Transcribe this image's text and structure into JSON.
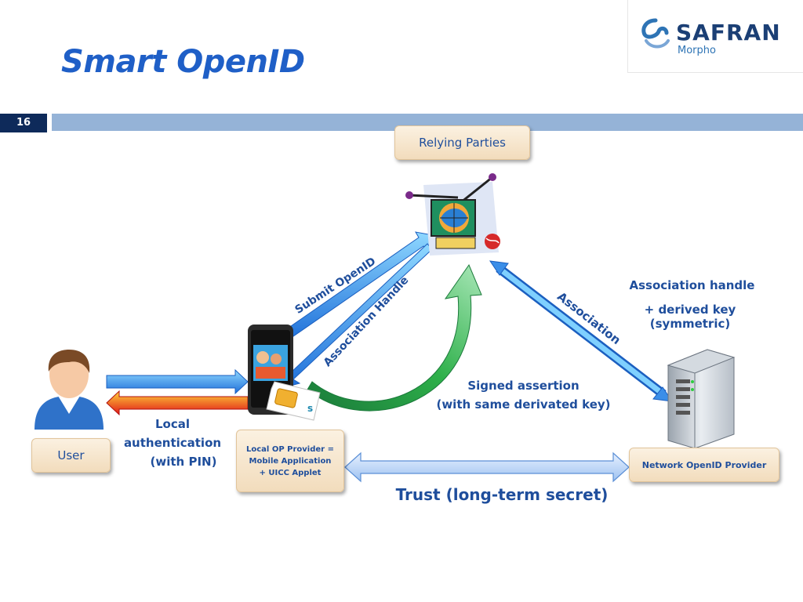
{
  "title": "Smart OpenID",
  "logo": {
    "name": "SAFRAN",
    "subtitle": "Morpho"
  },
  "page_number": "16",
  "nodes": {
    "relying_parties": "Relying Parties",
    "user": "User",
    "local_op": "Local OP Provider =\nMobile Application\n+ UICC Applet",
    "network_op": "Network OpenID Provider"
  },
  "labels": {
    "submit_openid": "Submit OpenID",
    "association_handle_arrow": "Association Handle",
    "association": "Association",
    "association_handle_line1": "Association handle",
    "association_handle_line2": "+ derived key (symmetric)",
    "signed_assertion_line1": "Signed assertion",
    "signed_assertion_line2": "(with same derivated key)",
    "local_auth_line1": "Local authentication",
    "local_auth_line2": "(with PIN)",
    "trust": "Trust (long-term secret)"
  },
  "icons": [
    "user-avatar-icon",
    "mobile-phone-icon",
    "sim-card-icon",
    "computer-globe-icon",
    "server-tower-icon",
    "safran-logo-icon"
  ],
  "colors": {
    "title": "#1f5fc7",
    "label": "#1f4e9c",
    "bar": "#95b3d7",
    "page_box": "#0e2a5a",
    "node_fill": "#f5e3c7"
  }
}
